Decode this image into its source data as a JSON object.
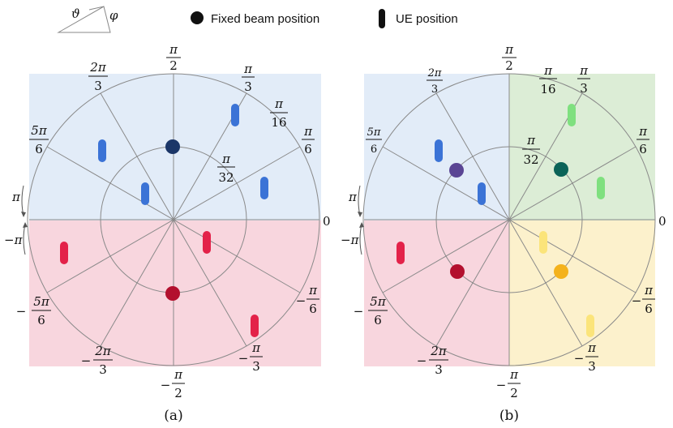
{
  "header": {
    "theta_symbol": "ϑ",
    "phi_symbol": "φ",
    "fixed_beam_label": "Fixed beam position",
    "ue_label": "UE position"
  },
  "panels": [
    {
      "caption": "(a)",
      "angle_labels": {
        "top": {
          "num": "π",
          "den": "2",
          "sign": ""
        },
        "a2pi3": {
          "num": "2π",
          "den": "3",
          "sign": ""
        },
        "api3": {
          "num": "π",
          "den": "3",
          "sign": ""
        },
        "api16": {
          "num": "π",
          "den": "16",
          "sign": ""
        },
        "a5pi6": {
          "num": "5π",
          "den": "6",
          "sign": ""
        },
        "api6": {
          "num": "π",
          "den": "6",
          "sign": ""
        },
        "api32": {
          "num": "π",
          "den": "32",
          "sign": ""
        },
        "zero": "0",
        "pi": "π",
        "negpi": "−π",
        "neg5pi6": {
          "num": "5π",
          "den": "6",
          "sign": "−"
        },
        "negpi6": {
          "num": "π",
          "den": "6",
          "sign": "−"
        },
        "neg2pi3": {
          "num": "2π",
          "den": "3",
          "sign": "−"
        },
        "negpi3": {
          "num": "π",
          "den": "3",
          "sign": "−"
        },
        "negpi2": {
          "num": "π",
          "den": "2",
          "sign": "−"
        }
      }
    },
    {
      "caption": "(b)",
      "angle_labels": {
        "top": {
          "num": "π",
          "den": "2",
          "sign": ""
        },
        "a2pi3": {
          "num": "2π",
          "den": "3",
          "sign": ""
        },
        "api16": {
          "num": "π",
          "den": "16",
          "sign": ""
        },
        "api3": {
          "num": "π",
          "den": "3",
          "sign": ""
        },
        "a5pi6": {
          "num": "5π",
          "den": "6",
          "sign": ""
        },
        "api6": {
          "num": "π",
          "den": "6",
          "sign": ""
        },
        "api32": {
          "num": "π",
          "den": "32",
          "sign": ""
        },
        "zero": "0",
        "pi": "π",
        "negpi": "−π",
        "neg5pi6": {
          "num": "5π",
          "den": "6",
          "sign": "−"
        },
        "negpi6": {
          "num": "π",
          "den": "6",
          "sign": "−"
        },
        "neg2pi3": {
          "num": "2π",
          "den": "3",
          "sign": "−"
        },
        "negpi3": {
          "num": "π",
          "den": "3",
          "sign": "−"
        },
        "negpi2": {
          "num": "π",
          "den": "2",
          "sign": "−"
        }
      }
    }
  ],
  "colors": {
    "blue_region": "#e2ecf8",
    "red_region": "#f8d6de",
    "green_region": "#dcedd6",
    "yellow_region": "#fcf1cc",
    "ue_blue": "#3b73d6",
    "ue_red": "#e32249",
    "ue_green": "#7fe07f",
    "ue_yellow": "#fbe47a",
    "beam_navy": "#1b3668",
    "beam_crimson": "#b3102e",
    "beam_purple": "#5a4594",
    "beam_teal": "#0b6358",
    "beam_orange": "#f4b21c",
    "grid_line": "#8a8a8a"
  }
}
